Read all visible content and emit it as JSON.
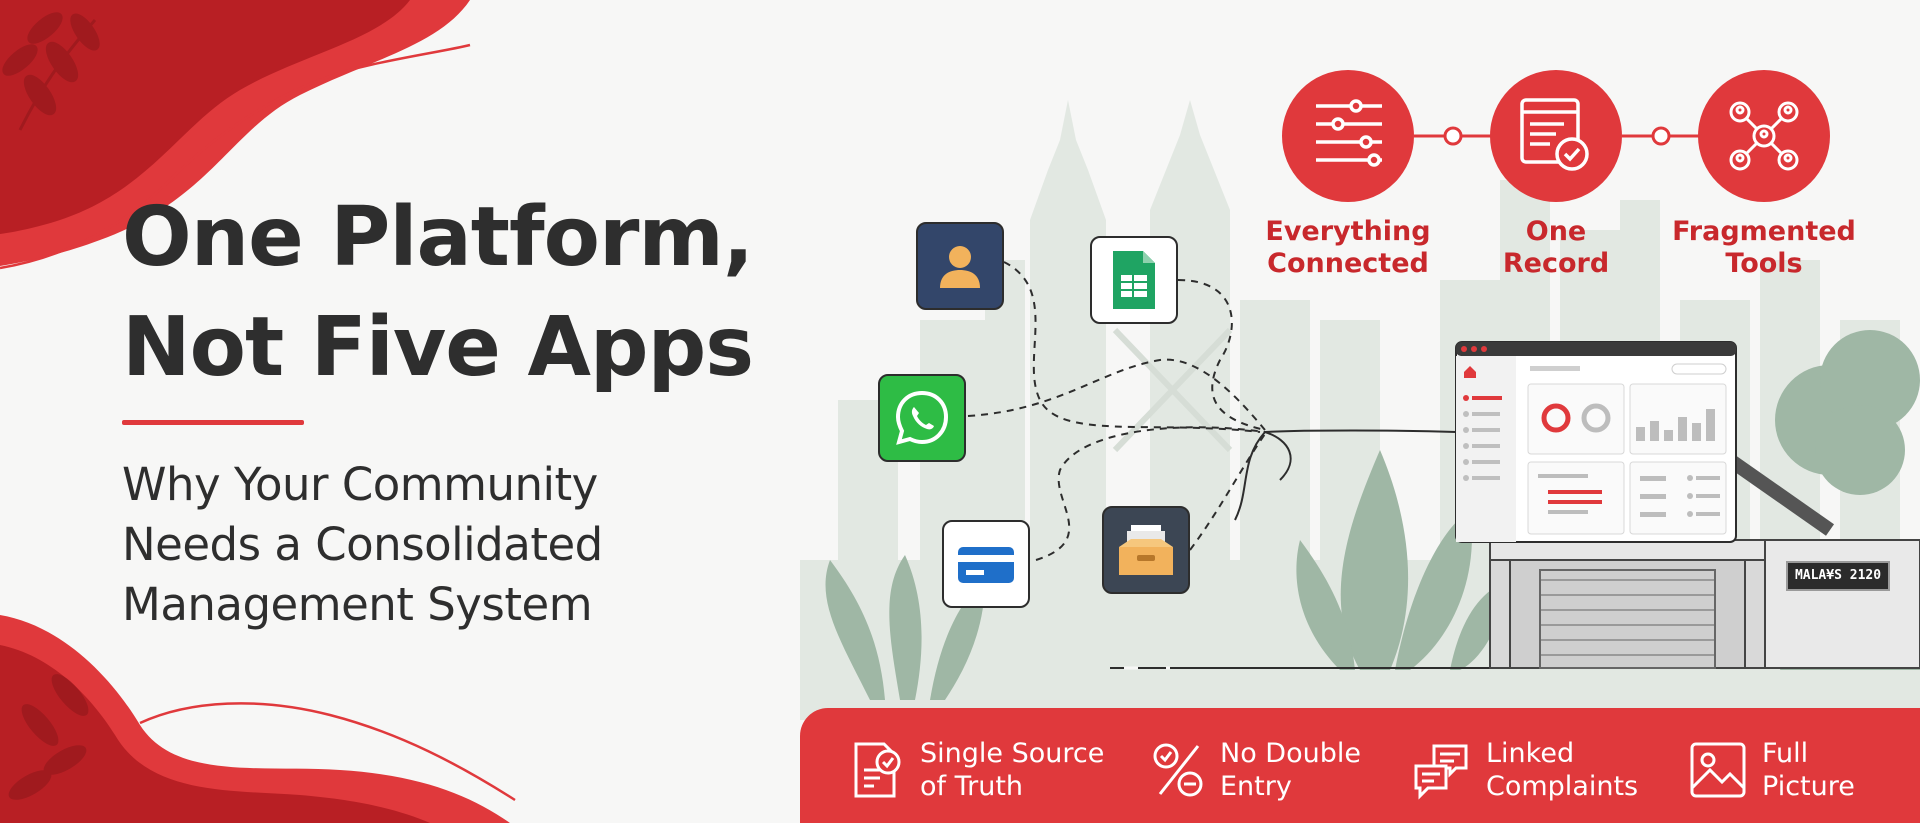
{
  "hero": {
    "title_line1": "One Platform,",
    "title_line2": "Not Five Apps",
    "subtitle_line1": "Why Your Community",
    "subtitle_line2": "Needs a Consolidated",
    "subtitle_line3": "Management System"
  },
  "steps": [
    {
      "line1": "Everything",
      "line2": "Connected",
      "icon": "sliders-icon"
    },
    {
      "line1": "One",
      "line2": "Record",
      "icon": "record-check-icon"
    },
    {
      "line1": "Fragmented",
      "line2": "Tools",
      "icon": "network-users-icon"
    }
  ],
  "apps": [
    "user-profile-icon",
    "spreadsheet-icon",
    "whatsapp-icon",
    "credit-card-icon",
    "file-archive-icon"
  ],
  "building": {
    "plate": "MALA¥S 2120"
  },
  "benefits": [
    {
      "line1": "Single Source",
      "line2": "of Truth",
      "icon": "document-check-icon"
    },
    {
      "line1": "No Double",
      "line2": "Entry",
      "icon": "check-minus-icon"
    },
    {
      "line1": "Linked",
      "line2": "Complaints",
      "icon": "chat-bubbles-icon"
    },
    {
      "line1": "Full",
      "line2": "Picture",
      "icon": "image-icon"
    }
  ],
  "colors": {
    "accent": "#e0393c",
    "accent_dark": "#c8282c",
    "text": "#2e2e2e",
    "background": "#f7f7f6",
    "foliage": "#9fb7a5",
    "skyline": "#e2e8e2"
  }
}
